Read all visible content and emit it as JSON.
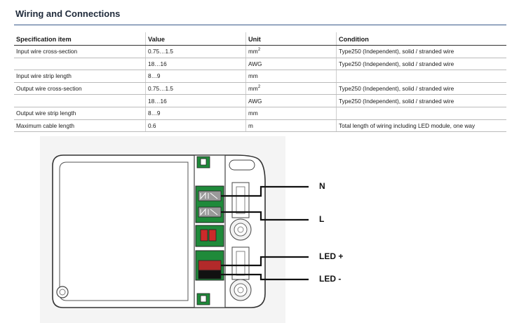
{
  "section_title": "Wiring and Connections",
  "table": {
    "headers": [
      "Specification item",
      "Value",
      "Unit",
      "Condition"
    ],
    "rows": [
      {
        "item": "Input wire cross-section",
        "value": "0.75…1.5",
        "unit": "mm",
        "unit_sup": "2",
        "condition": "Type250 (Independent), solid / stranded wire"
      },
      {
        "item": "",
        "value": "18…16",
        "unit": "AWG",
        "unit_sup": "",
        "condition": "Type250 (Independent), solid / stranded wire"
      },
      {
        "item": "Input wire strip length",
        "value": "8…9",
        "unit": "mm",
        "unit_sup": "",
        "condition": ""
      },
      {
        "item": "Output wire cross-section",
        "value": "0.75…1.5",
        "unit": "mm",
        "unit_sup": "2",
        "condition": "Type250 (Independent), solid / stranded wire"
      },
      {
        "item": "",
        "value": "18…16",
        "unit": "AWG",
        "unit_sup": "",
        "condition": "Type250 (Independent), solid / stranded wire"
      },
      {
        "item": "Output wire strip length",
        "value": "8…9",
        "unit": "mm",
        "unit_sup": "",
        "condition": ""
      },
      {
        "item": "Maximum cable length",
        "value": "0.6",
        "unit": "m",
        "unit_sup": "",
        "condition": "Total length of wiring including LED module, one way"
      }
    ]
  },
  "diagram": {
    "labels": {
      "n": "N",
      "l": "L",
      "led_plus": "LED +",
      "led_minus": "LED -"
    },
    "colors": {
      "pcb_green": "#1f8a3a",
      "connector_red": "#cc2a2a",
      "wire": "#111111",
      "housing": "#ffffff",
      "background": "#f4f4f4"
    }
  }
}
